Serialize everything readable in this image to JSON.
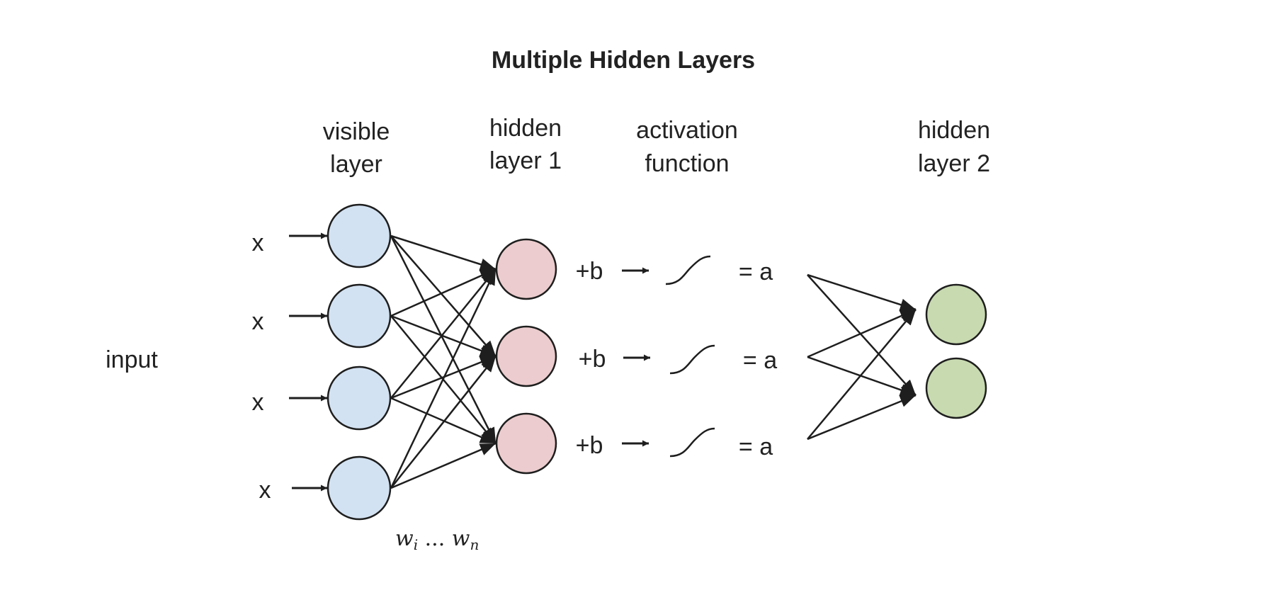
{
  "title": "Multiple Hidden Layers",
  "layer_headers": {
    "visible_line1": "visible",
    "visible_line2": "layer",
    "hidden1_line1": "hidden",
    "hidden1_line2": "layer 1",
    "activation_line1": "activation",
    "activation_line2": "function",
    "hidden2_line1": "hidden",
    "hidden2_line2": "layer 2"
  },
  "input_label": "input",
  "input_symbols": [
    "x",
    "x",
    "x",
    "x"
  ],
  "bias_labels": [
    "+b",
    "+b",
    "+b"
  ],
  "output_labels": [
    "= a",
    "= a",
    "= a"
  ],
  "weights_label": {
    "w": "w",
    "sub_i": "i",
    "ellipsis": " ... ",
    "sub_n": "n"
  },
  "colors": {
    "visible_node": "#d3e2f2",
    "hidden1_node": "#ecccce",
    "hidden2_node": "#c8dab0",
    "stroke": "#1e1e1e"
  }
}
